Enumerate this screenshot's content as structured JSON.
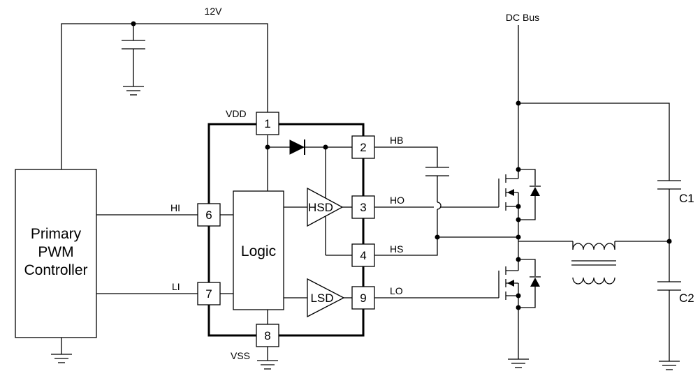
{
  "supply": {
    "vcc": "12V",
    "dc_bus": "DC Bus"
  },
  "controller": {
    "line1": "Primary",
    "line2": "PWM",
    "line3": "Controller"
  },
  "logic": {
    "label": "Logic"
  },
  "drivers": {
    "high_side": "HSD",
    "low_side": "LSD"
  },
  "pins": [
    {
      "number": "1",
      "name": "VDD"
    },
    {
      "number": "2",
      "name": "HB"
    },
    {
      "number": "3",
      "name": "HO"
    },
    {
      "number": "4",
      "name": "HS"
    },
    {
      "number": "6",
      "name": "HI"
    },
    {
      "number": "7",
      "name": "LI"
    },
    {
      "number": "8",
      "name": "VSS"
    },
    {
      "number": "9",
      "name": "LO"
    }
  ],
  "capacitors": {
    "c1": "C1",
    "c2": "C2"
  }
}
